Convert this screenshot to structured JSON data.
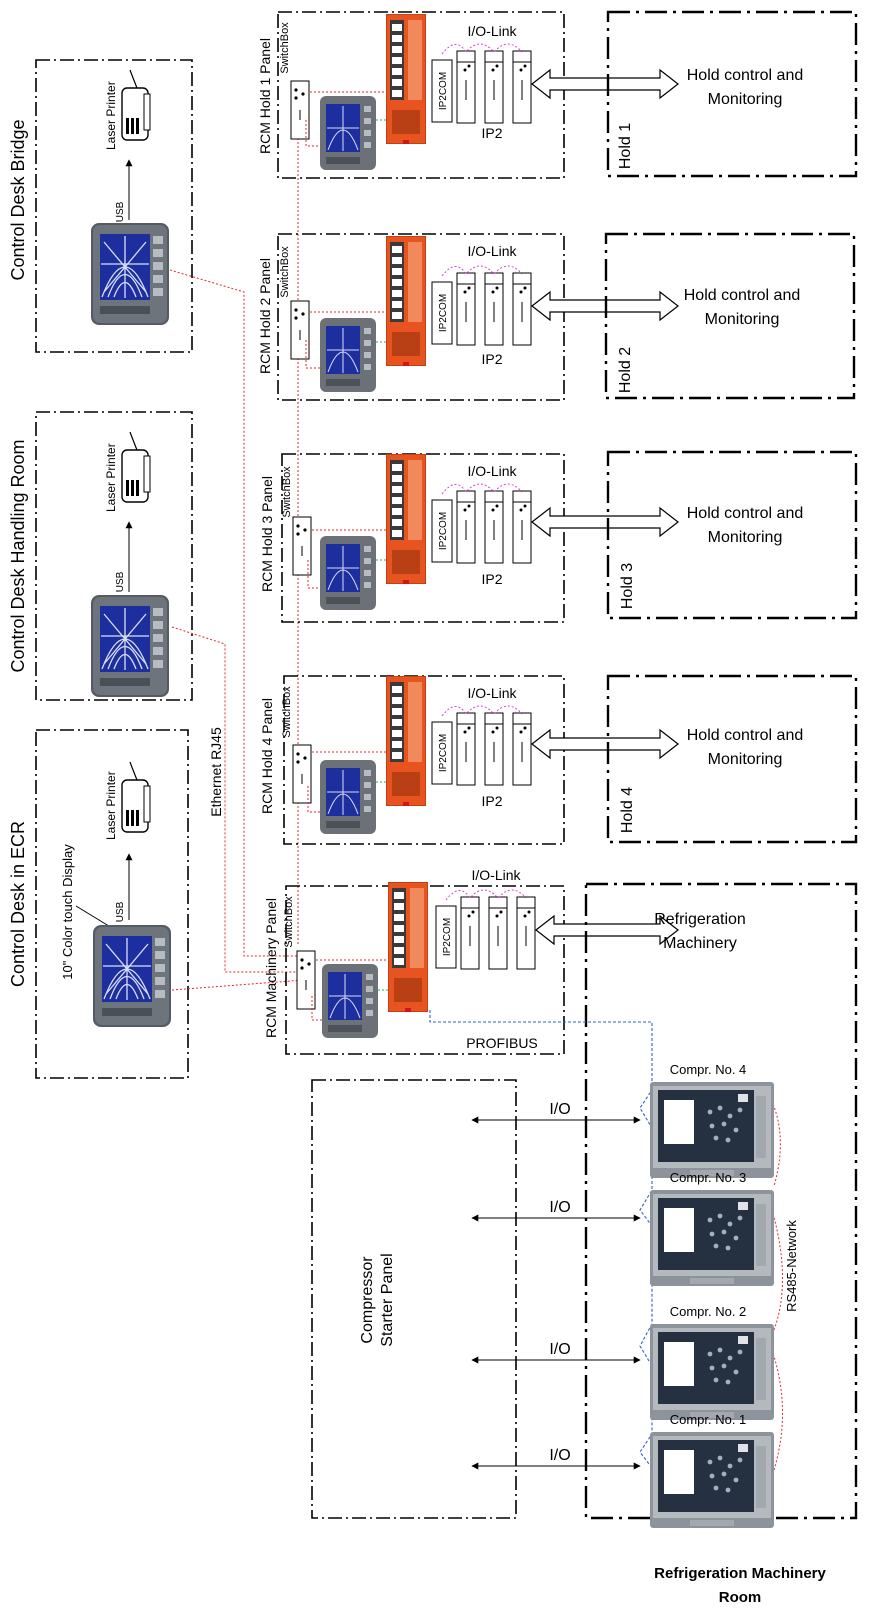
{
  "colors": {
    "ethernet": "#e8262a",
    "profibus": "#2f62d8",
    "panel_link": "#2bb24c",
    "io_link": "#d641d6",
    "plc_orange": "#e8541f"
  },
  "desks": [
    {
      "title": "Control Desk Bridge",
      "printer": "Laser Printer",
      "usb": "USB"
    },
    {
      "title": "Control Desk Handling Room",
      "printer": "Laser Printer",
      "usb": "USB"
    },
    {
      "title": "Control Desk in ECR",
      "printer": "Laser Printer",
      "usb": "USB",
      "display_note": "10\" Color touch Display"
    }
  ],
  "ethernet_label": "Ethernet RJ45",
  "hold_panels": [
    {
      "name": "RCM Hold 1 Panel",
      "switchbox": "SwitchBox",
      "io_link": "I/O-Link",
      "ip2com": "IP2COM",
      "ip2": "IP2",
      "control": [
        "Hold control and",
        "Monitoring"
      ],
      "hold": "Hold 1"
    },
    {
      "name": "RCM Hold 2 Panel",
      "switchbox": "SwitchBox",
      "io_link": "I/O-Link",
      "ip2com": "IP2COM",
      "ip2": "IP2",
      "control": [
        "Hold control and",
        "Monitoring"
      ],
      "hold": "Hold 2"
    },
    {
      "name": "RCM Hold 3 Panel",
      "switchbox": "SwitchBox",
      "io_link": "I/O-Link",
      "ip2com": "IP2COM",
      "ip2": "IP2",
      "control": [
        "Hold control and",
        "Monitoring"
      ],
      "hold": "Hold 3"
    },
    {
      "name": "RCM Hold 4 Panel",
      "switchbox": "SwitchBox",
      "io_link": "I/O-Link",
      "ip2com": "IP2COM",
      "ip2": "IP2",
      "control": [
        "Hold control and",
        "Monitoring"
      ],
      "hold": "Hold 4"
    }
  ],
  "machinery_panel": {
    "name": "RCM Machinery Panel",
    "switchbox": "SwitchBox",
    "io_link": "I/O-Link",
    "ip2com": "IP2COM",
    "profibus": "PROFIBUS",
    "target": [
      "Refrigeration",
      "Machinery"
    ]
  },
  "starter_panel": {
    "lines": [
      "Compressor",
      "Starter Panel"
    ]
  },
  "compressors": [
    {
      "label": "Compr. No. 4",
      "io": "I/O"
    },
    {
      "label": "Compr. No. 3",
      "io": "I/O"
    },
    {
      "label": "Compr. No. 2",
      "io": "I/O"
    },
    {
      "label": "Compr. No. 1",
      "io": "I/O"
    }
  ],
  "rs485_label": "RS485-Network",
  "room": {
    "lines": [
      "Refrigeration  Machinery",
      "Room"
    ]
  }
}
